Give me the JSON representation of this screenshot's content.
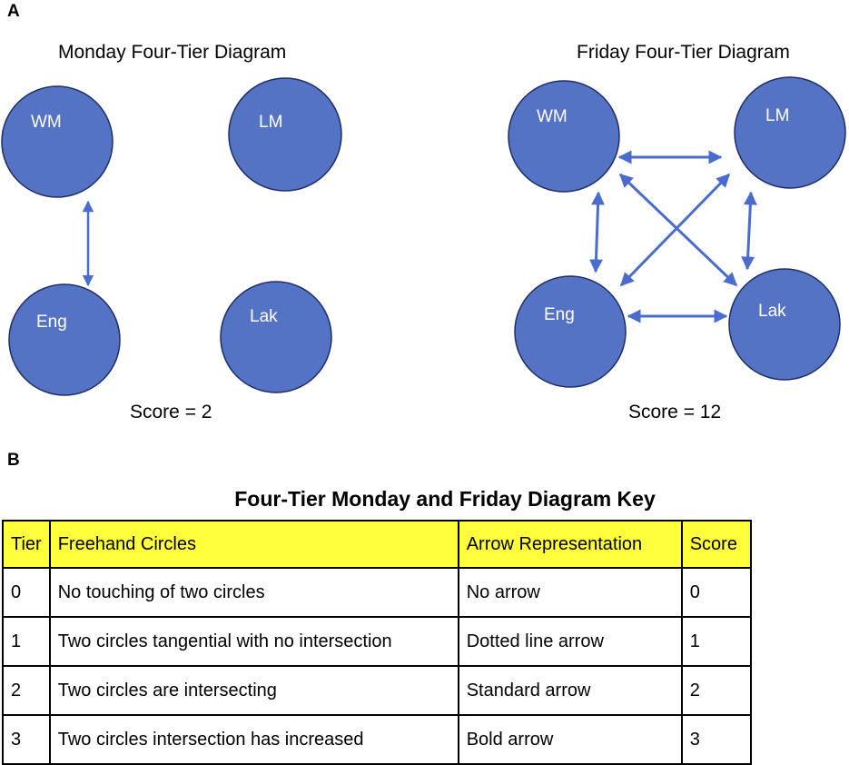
{
  "panel_a_label": "A",
  "panel_b_label": "B",
  "monday": {
    "title": "Monday Four-Tier Diagram",
    "score": "Score = 2",
    "nodes": [
      "WM",
      "LM",
      "Eng",
      "Lak"
    ]
  },
  "friday": {
    "title": "Friday Four-Tier Diagram",
    "score": "Score = 12",
    "nodes": [
      "WM",
      "LM",
      "Eng",
      "Lak"
    ]
  },
  "colors": {
    "circle_fill": "#5573c4",
    "circle_stroke": "#1f2d66",
    "arrow": "#4a6ccf",
    "header_fill": "#ffff3c"
  },
  "key": {
    "title": "Four-Tier Monday and Friday Diagram Key",
    "headers": [
      "Tier",
      "Freehand Circles",
      "Arrow Representation",
      "Score"
    ],
    "rows": [
      [
        "0",
        "No touching of two circles",
        "No arrow",
        "0"
      ],
      [
        "1",
        "Two circles tangential with no intersection",
        "Dotted line arrow",
        "1"
      ],
      [
        "2",
        "Two circles are intersecting",
        "Standard arrow",
        "2"
      ],
      [
        "3",
        "Two circles intersection has increased",
        "Bold arrow",
        "3"
      ]
    ]
  }
}
